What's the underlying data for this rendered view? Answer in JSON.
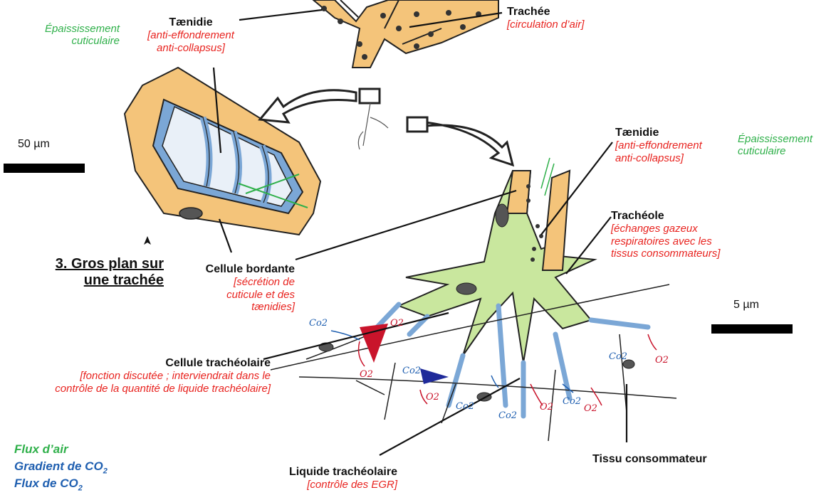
{
  "colors": {
    "cuticle": "#f4c47a",
    "taenidia": "#7ba7d6",
    "lumen": "#e9f0f8",
    "tracheole_cell": "#c9e79e",
    "air_flow": "#2fb04a",
    "co2_gradient_red": "#c9142b",
    "co2_gradient_blue": "#1f2a9a",
    "co2_flux": "#1f5fb0",
    "label_red": "#e8231f",
    "label_green": "#2fb04a"
  },
  "title": {
    "line1": "3. Gros plan sur",
    "line2": "une trachée"
  },
  "labels": {
    "epaississement_left": {
      "line1": "Épaississement",
      "line2": "cuticulaire"
    },
    "taenidie_top": {
      "title": "Tænidie",
      "line1": "[anti-effondrement",
      "line2": "anti-collapsus]"
    },
    "trachee": {
      "title": "Trachée",
      "note": "[circulation d’air]"
    },
    "taenidie_right": {
      "title": "Tænidie",
      "line1": "[anti-effondrement",
      "line2": "anti-collapsus]"
    },
    "epaississement_right": {
      "line1": "Épaississement",
      "line2": "cuticulaire"
    },
    "tracheole": {
      "title": "Trachéole",
      "line1": "[échanges gazeux",
      "line2": "respiratoires avec les",
      "line3": "tissus consommateurs]"
    },
    "cellule_bordante": {
      "title": "Cellule bordante",
      "line1": "[sécrétion de",
      "line2": "cuticule et des",
      "line3": "tænidies]"
    },
    "cellule_tracheolaire": {
      "title": "Cellule trachéolaire",
      "line1": "[fonction discutée ; interviendrait dans le",
      "line2": "contrôle de la quantité de liquide trachéolaire]"
    },
    "liquide_tracheolaire": {
      "title": "Liquide trachéolaire",
      "note": "[contrôle des EGR]"
    },
    "tissu_consommateur": {
      "title": "Tissu consommateur"
    }
  },
  "scale_bars": {
    "left": "50 µm",
    "right": "5 µm"
  },
  "legend": {
    "air_flux": "Flux d’air",
    "co2_gradient_prefix": "Gradient de CO",
    "co2_gradient_sub": "2",
    "co2_flux_prefix": "Flux de CO",
    "co2_flux_sub": "2"
  },
  "handwriting": {
    "co2": "Co2",
    "o2": "O2"
  }
}
